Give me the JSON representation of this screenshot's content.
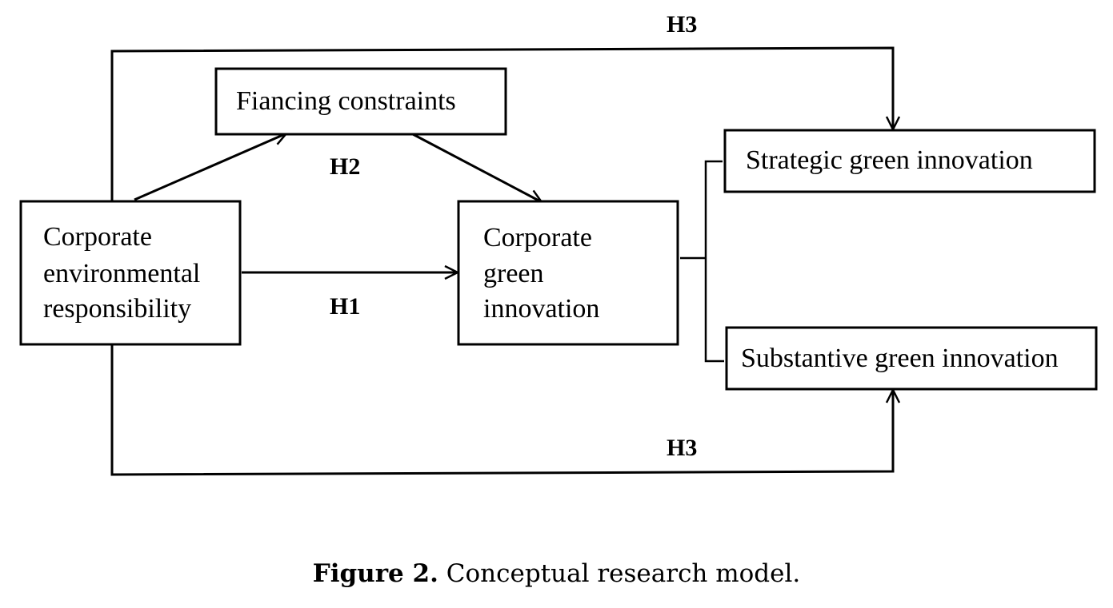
{
  "nodes": {
    "cer": {
      "lines": [
        "Corporate",
        "environmental",
        "responsibility"
      ]
    },
    "financing": {
      "label": "Fiancing constraints"
    },
    "cgi": {
      "lines": [
        "Corporate",
        "green",
        "innovation"
      ]
    },
    "strategic": {
      "label": "Strategic green innovation"
    },
    "substantive": {
      "label": "Substantive green innovation"
    }
  },
  "hypotheses": {
    "h1": "H1",
    "h2": "H2",
    "h3_top": "H3",
    "h3_bottom": "H3"
  },
  "caption": {
    "label": "Figure 2.",
    "text": " Conceptual research model."
  }
}
